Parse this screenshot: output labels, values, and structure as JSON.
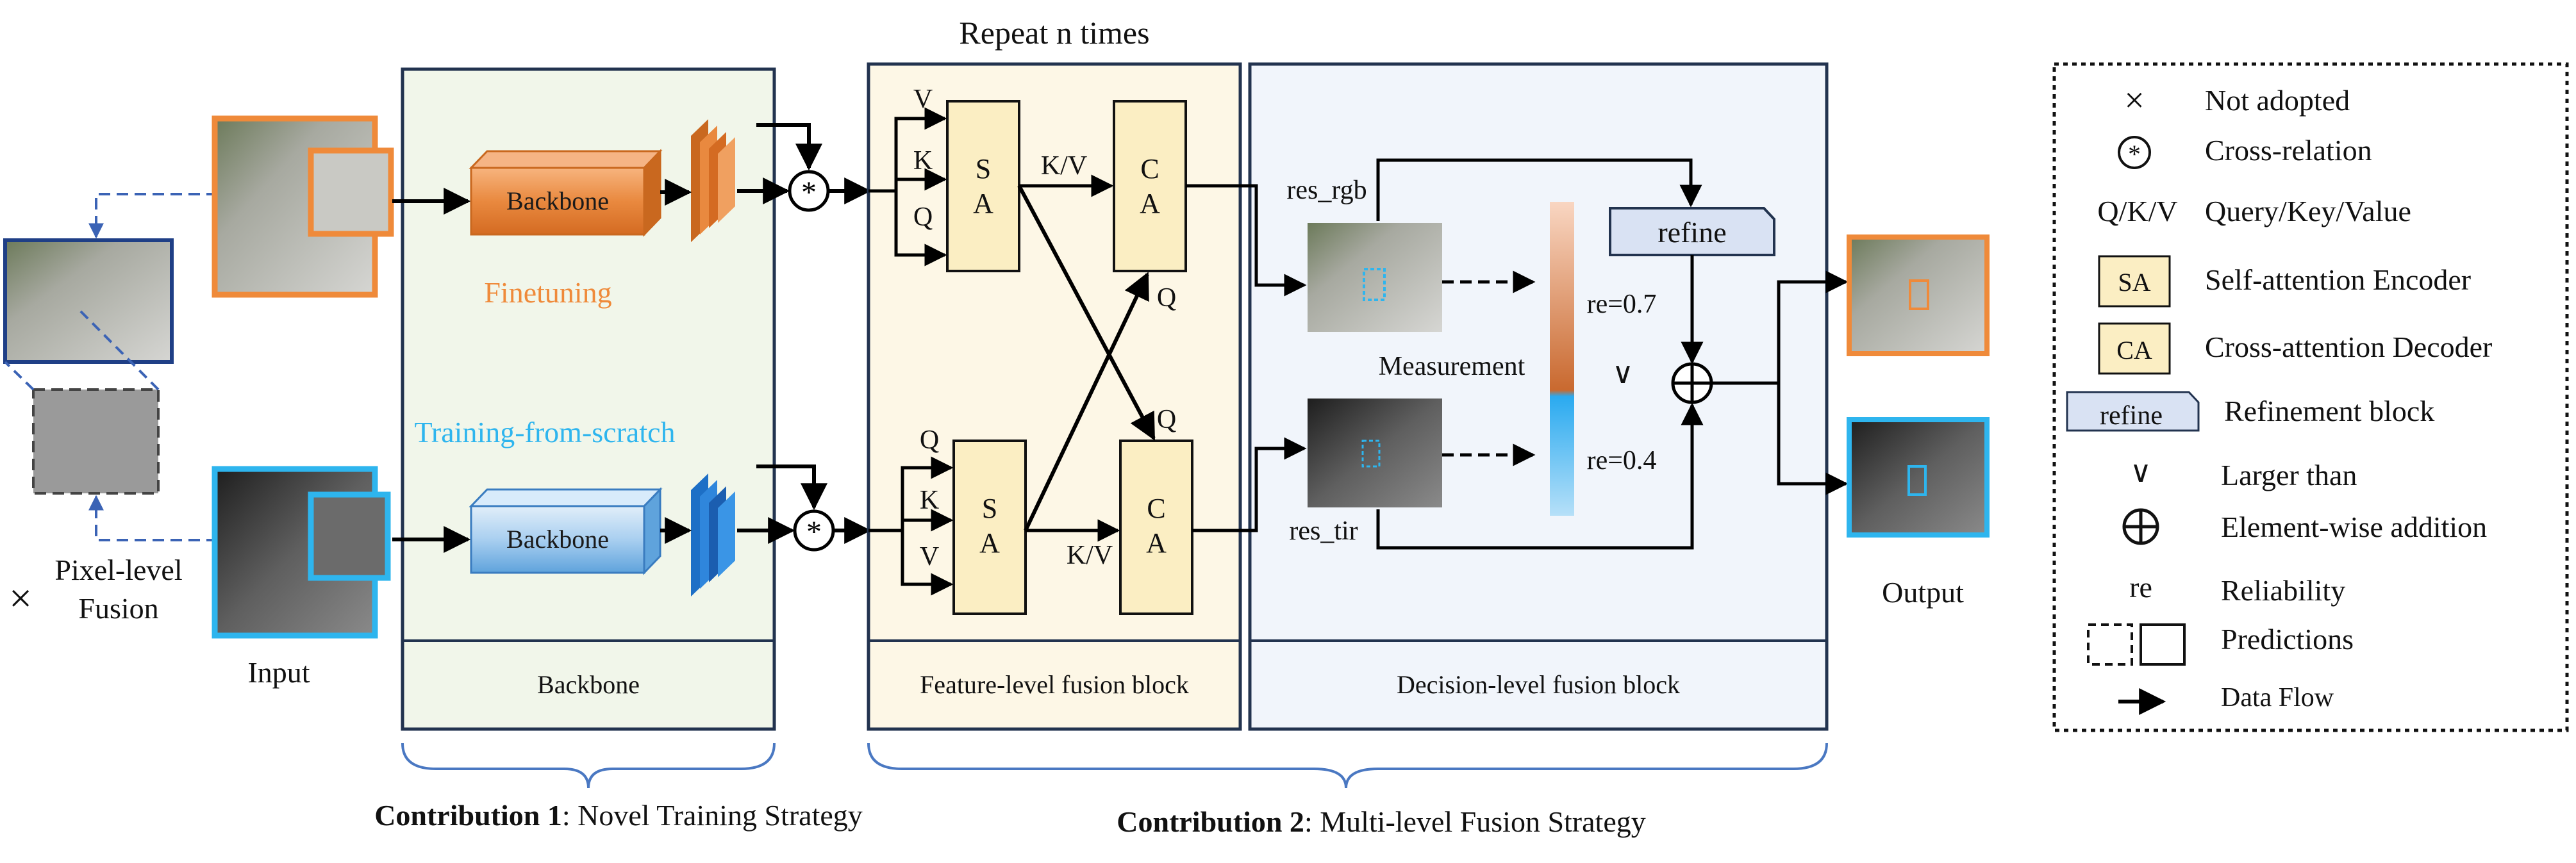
{
  "top_label": "Repeat n times",
  "input": {
    "label": "Input",
    "pixel_fusion_line1": "Pixel-level",
    "pixel_fusion_line2": "Fusion",
    "pixel_fusion_mark": "×"
  },
  "backbone_panel": {
    "footer": "Backbone",
    "finetuning": "Finetuning",
    "scratch": "Training-from-scratch",
    "box_top": "Backbone",
    "box_bottom": "Backbone"
  },
  "feature_panel": {
    "footer": "Feature-level fusion block",
    "sa_top": [
      "S",
      "A"
    ],
    "ca_top": [
      "C",
      "A"
    ],
    "sa_bottom": [
      "S",
      "A"
    ],
    "ca_bottom": [
      "C",
      "A"
    ],
    "top_inputs": [
      "V",
      "K",
      "Q"
    ],
    "bottom_inputs": [
      "Q",
      "K",
      "V"
    ],
    "kv_top": "K/V",
    "kv_bottom": "K/V",
    "q_top": "Q",
    "q_bottom": "Q",
    "cross_relation_symbol": "*"
  },
  "decision_panel": {
    "footer": "Decision-level fusion block",
    "res_rgb": "res_rgb",
    "res_tir": "res_tir",
    "measurement": "Measurement",
    "re_top": "re=0.7",
    "re_bottom": "re=0.4",
    "larger_than": "∨",
    "refine": "refine"
  },
  "output_label": "Output",
  "contribution1": {
    "bold": "Contribution 1",
    "rest": ": Novel Training Strategy"
  },
  "contribution2": {
    "bold": "Contribution 2",
    "rest": ": Multi-level Fusion Strategy"
  },
  "legend": {
    "items": [
      {
        "symbol": "×",
        "text": "Not adopted"
      },
      {
        "symbol": "*",
        "text": "Cross-relation"
      },
      {
        "symbol": "Q/K/V",
        "text": "Query/Key/Value"
      },
      {
        "symbol": "SA",
        "text": "Self-attention Encoder"
      },
      {
        "symbol": "CA",
        "text": "Cross-attention Decoder"
      },
      {
        "symbol": "refine",
        "text": "Refinement block"
      },
      {
        "symbol": "∨",
        "text": "Larger than"
      },
      {
        "symbol": "⊕",
        "text": "Element-wise addition"
      },
      {
        "symbol": "re",
        "text": "Reliability"
      },
      {
        "symbol": "",
        "text": "Predictions"
      },
      {
        "symbol": "",
        "text": "Data Flow"
      }
    ]
  },
  "colors": {
    "rgb_accent": "#ef8a3a",
    "tir_accent": "#2eb5ee",
    "panel_border": "#22334f",
    "backbone_fill": "#f1f6ea",
    "feature_fill": "#fdf7e6",
    "decision_fill": "#f1f5fb",
    "block_fill": "#fbeec3",
    "refine_fill": "#d9e2f3",
    "brace": "#4a78c2"
  }
}
